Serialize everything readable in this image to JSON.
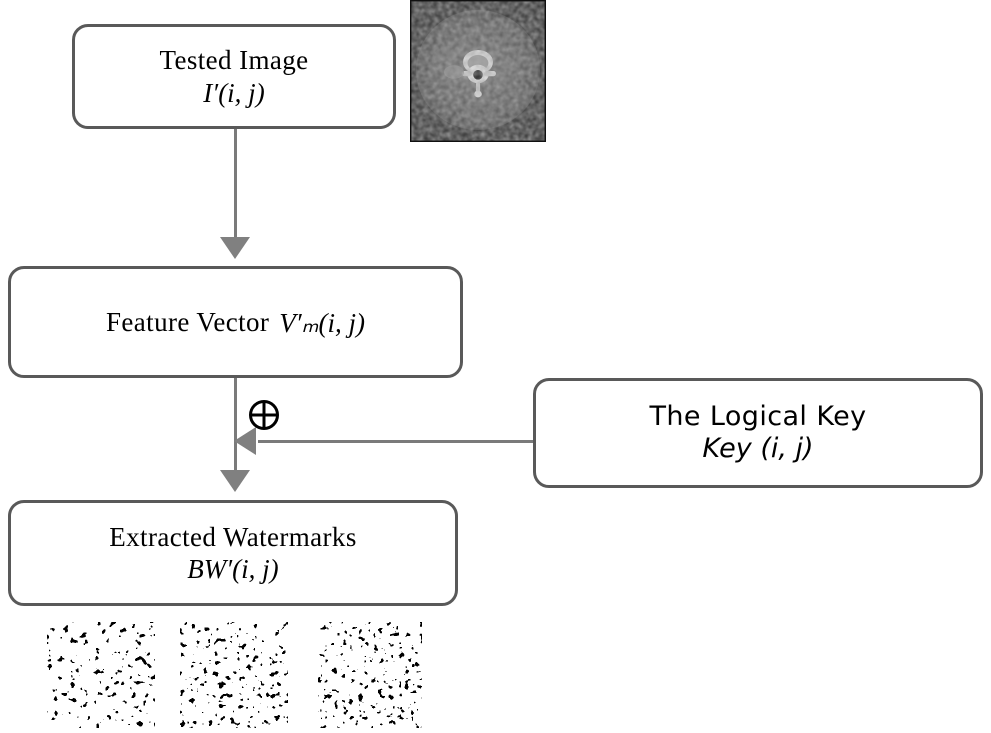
{
  "diagram": {
    "title": "Watermark extraction block diagram",
    "stroke_color": "#595959",
    "connector_color": "#7a7a7a",
    "arrow_color": "#808080",
    "background": "#ffffff"
  },
  "nodes": {
    "tested_image": {
      "line1": "Tested  Image",
      "line2_base": "I",
      "line2_prime": "′",
      "line2_args": "(i, j)",
      "line2": "I′(i, j)"
    },
    "feature_vector": {
      "label": "Feature Vector",
      "symbol_base": "V",
      "symbol_prime": "′",
      "symbol_sub": "m",
      "symbol_args": "(i, j)",
      "line2": "V′ₘ(i, j)"
    },
    "logical_key": {
      "line1": "The Logical Key",
      "line2_base": "Key",
      "line2_args": " (i, j)",
      "line2": "Key (i, j)"
    },
    "extracted_watermarks": {
      "line1": "Extracted Watermarks",
      "line2_base": "BW",
      "line2_prime": "′",
      "line2_args": "(i, j)",
      "line2": "BW′(i, j)"
    }
  },
  "operators": {
    "xor": {
      "glyph": "⊕",
      "name": "exclusive-or"
    }
  },
  "images": {
    "mri": {
      "caption": "axial MRI slice of spine",
      "kind": "grayscale-medical-scan"
    },
    "watermarks": [
      {
        "caption": "extracted binary watermark 1",
        "kind": "binary-noise-pattern"
      },
      {
        "caption": "extracted binary watermark 2",
        "kind": "binary-noise-pattern"
      },
      {
        "caption": "extracted binary watermark 3",
        "kind": "binary-noise-pattern"
      }
    ]
  },
  "connectors": [
    {
      "from": "tested_image",
      "to": "feature_vector",
      "direction": "down"
    },
    {
      "from": "logical_key",
      "to": "xor",
      "direction": "left"
    },
    {
      "from": "feature_vector",
      "to": "extracted_watermarks",
      "direction": "down"
    }
  ]
}
